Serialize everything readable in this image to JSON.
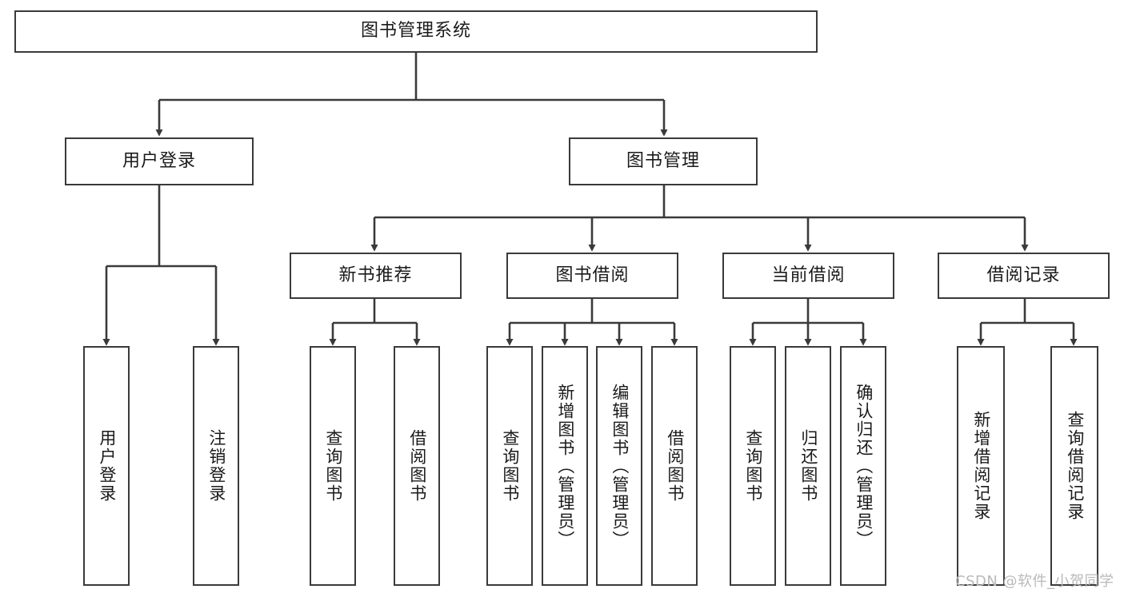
{
  "diagram": {
    "title": "图书管理系统",
    "type": "tree-hierarchy-chart",
    "watermark": "CSDN @软件_小贺同学",
    "colors": {
      "box_border": "#3a3a3a",
      "box_fill": "#ffffff",
      "connector": "#3a3a3a",
      "text": "#1a1a1a",
      "watermark": "#b9b9b9",
      "background": "#ffffff"
    }
  },
  "nodes": {
    "root": {
      "label": "图书管理系统"
    },
    "level2": [
      {
        "id": "user-login",
        "label": "用户登录"
      },
      {
        "id": "book-management",
        "label": "图书管理"
      }
    ],
    "level3": [
      {
        "id": "new-book-recommend",
        "label": "新书推荐"
      },
      {
        "id": "book-borrow",
        "label": "图书借阅"
      },
      {
        "id": "current-borrow",
        "label": "当前借阅"
      },
      {
        "id": "borrow-record",
        "label": "借阅记录"
      }
    ],
    "leaves": {
      "user_login": [
        {
          "id": "leaf-user-login",
          "label": "用户登录"
        },
        {
          "id": "leaf-logout-login",
          "label": "注销登录"
        }
      ],
      "new_book_recommend": [
        {
          "id": "leaf-query-book-1",
          "label": "查询图书"
        },
        {
          "id": "leaf-borrow-book-1",
          "label": "借阅图书"
        }
      ],
      "book_borrow": [
        {
          "id": "leaf-query-book-2",
          "label": "查询图书"
        },
        {
          "id": "leaf-add-book",
          "label": "新增图书（管理员）"
        },
        {
          "id": "leaf-edit-book",
          "label": "编辑图书（管理员）"
        },
        {
          "id": "leaf-borrow-book-2",
          "label": "借阅图书"
        }
      ],
      "current_borrow": [
        {
          "id": "leaf-query-book-3",
          "label": "查询图书"
        },
        {
          "id": "leaf-return-book",
          "label": "归还图书"
        },
        {
          "id": "leaf-confirm-return",
          "label": "确认归还（管理员）"
        }
      ],
      "borrow_record": [
        {
          "id": "leaf-add-borrow-record",
          "label": "新增借阅记录"
        },
        {
          "id": "leaf-query-borrow-record",
          "label": "查询借阅记录"
        }
      ]
    }
  }
}
